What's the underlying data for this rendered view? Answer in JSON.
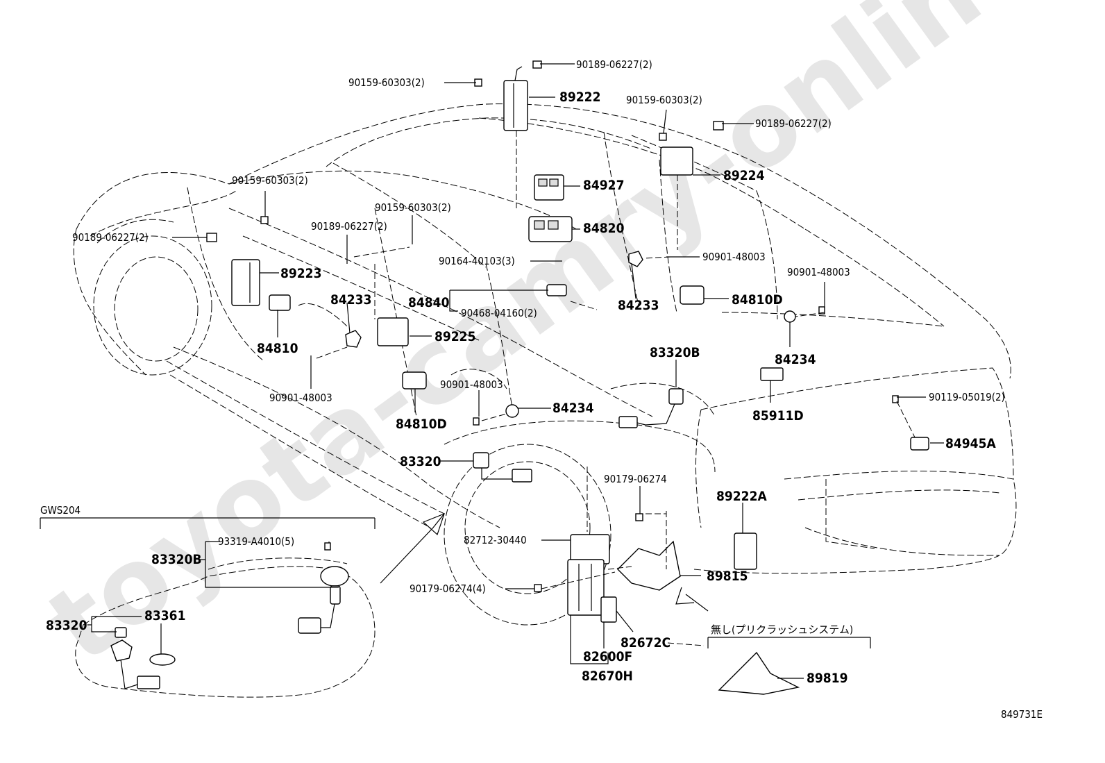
{
  "watermark": "toyota-camry-online.ru",
  "diagram_code": "849731E",
  "inset_title": "GWS204",
  "note_without_precrash": "無し(プリクラッシュシステム)",
  "labels": {
    "f_top_90189_a": "90189-06227(2)",
    "f_top_90159_a": "90159-60303(2)",
    "p_89222": "89222",
    "f_90159_b": "90159-60303(2)",
    "f_90189_b": "90189-06227(2)",
    "p_89224": "89224",
    "p_84927": "84927",
    "f_90159_c": "90159-60303(2)",
    "f_90159_d": "90159-60303(2)",
    "f_90189_c": "90189-06227(2)",
    "f_90189_d": "90189-06227(2)",
    "p_84820": "84820",
    "f_90164": "90164-40103(3)",
    "f_90901_a": "90901-48003",
    "f_90901_b": "90901-48003",
    "p_89223": "89223",
    "p_84233_a": "84233",
    "p_84840": "84840",
    "f_90468": "90468-04160(2)",
    "p_84233_b": "84233",
    "p_84810D_a": "84810D",
    "p_84810": "84810",
    "p_89225": "89225",
    "p_84234_a": "84234",
    "p_83320B_a": "83320B",
    "f_90901_c": "90901-48003",
    "f_90901_d": "90901-48003",
    "p_84234_b": "84234",
    "p_85911D": "85911D",
    "f_90119": "90119-05019(2)",
    "p_84810D_b": "84810D",
    "p_84945A": "84945A",
    "p_83320_a": "83320",
    "f_90179_a": "90179-06274",
    "p_89222A": "89222A",
    "f_93319": "93319-A4010(5)",
    "f_82712": "82712-30440",
    "p_83320B_b": "83320B",
    "f_90179_b": "90179-06274(4)",
    "p_89815": "89815",
    "p_83320_b": "83320",
    "p_83361": "83361",
    "p_82672C": "82672C",
    "p_82600F": "82600F",
    "p_82670H": "82670H",
    "p_89819": "89819"
  }
}
